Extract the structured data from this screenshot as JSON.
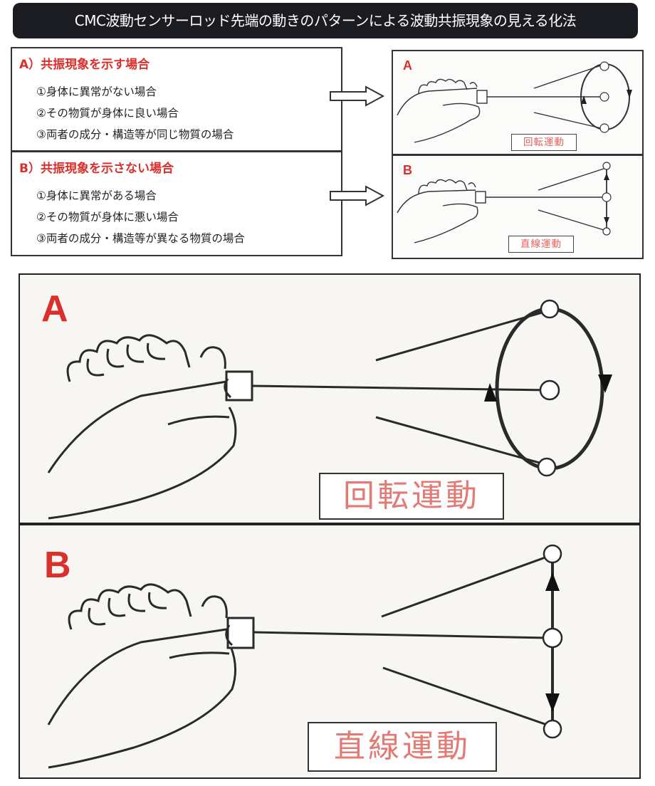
{
  "title": "CMC波動センサーロッド先端の動きのパターンによる波動共振現象の見える化法",
  "cases": [
    {
      "heading": "A）共振現象を示す場合",
      "items": [
        "①身体に異常がない場合",
        "②その物質が身体に良い場合",
        "③両者の成分・構造等が同じ物質の場合"
      ]
    },
    {
      "heading": "B）共振現象を示さない場合",
      "items": [
        "①身体に異常がある場合",
        "②その物質が身体に悪い場合",
        "③両者の成分・構造等が異なる物質の場合"
      ]
    }
  ],
  "diagrams": [
    {
      "letter": "A",
      "motion": "回転運動"
    },
    {
      "letter": "B",
      "motion": "直線運動"
    }
  ],
  "colors": {
    "accent": "#d9302c",
    "label_text": "#e37a74",
    "title_bg": "#1b1c22"
  }
}
